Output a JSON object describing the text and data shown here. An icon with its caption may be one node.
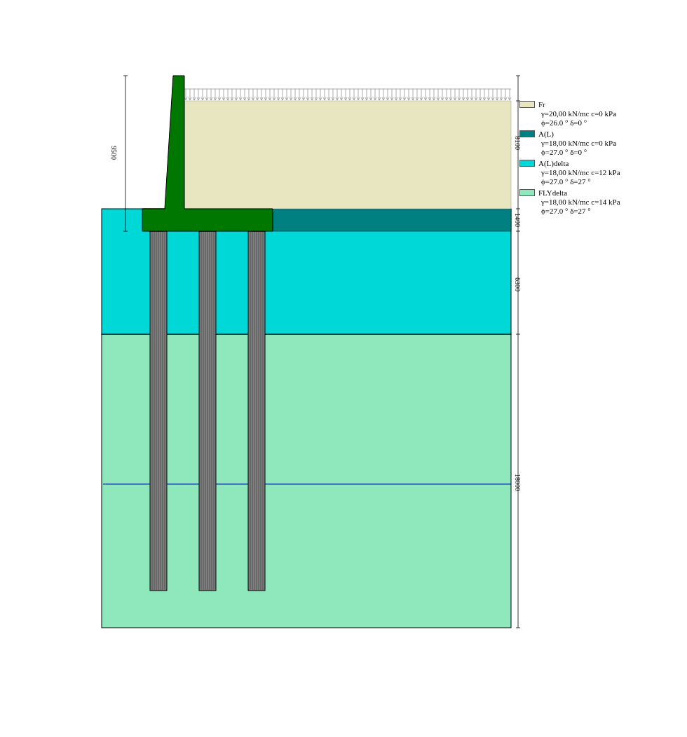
{
  "diagram": {
    "labels": [
      "9500",
      "8100",
      "1400",
      "6300",
      "18000",
      "γ=20,00 kN/mc c=0 kPa",
      "ϕ=26.0 ° δ=0 °",
      "γ=18,00 kN/mc c=0 kPa",
      "ϕ=27.0 ° δ=0 °",
      "γ=18,00 kN/mc c=12 kPa",
      "ϕ=27.0 ° δ=27 °",
      "γ=18,00 kN/mc c=14 kPa",
      "ϕ=27.0 ° δ=27 °"
    ],
    "legend": [
      {
        "text": "Fr",
        "color": "#e8e6c0"
      },
      {
        "text": "A(L)",
        "color": "#008080"
      },
      {
        "text": "A(L)delta",
        "color": "#00d8d8"
      },
      {
        "text": "FLYdelta",
        "color": "#8ee8bc"
      }
    ]
  }
}
